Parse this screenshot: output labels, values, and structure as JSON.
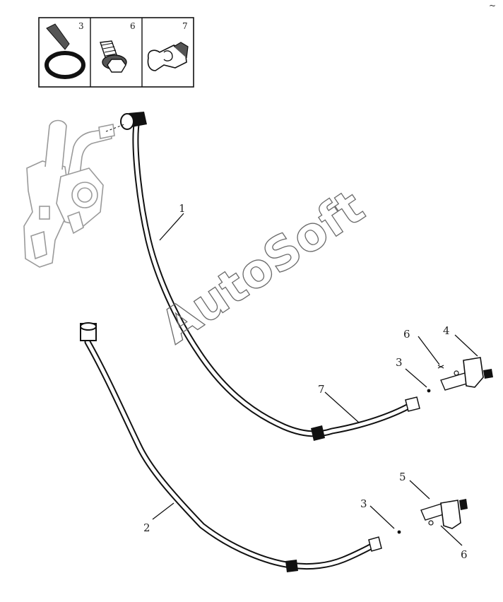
{
  "parts_box": [
    {
      "number": "3",
      "icon": "hose-clamp-icon"
    },
    {
      "number": "6",
      "icon": "flange-bolt-icon"
    },
    {
      "number": "7",
      "icon": "pipe-clip-icon"
    }
  ],
  "callouts": {
    "c1": "1",
    "c2": "2",
    "c3a": "3",
    "c3b": "3",
    "c4": "4",
    "c5": "5",
    "c6a": "6",
    "c6b": "6",
    "c7": "7"
  },
  "watermark": "AutoSoft",
  "corner_mark": "~"
}
